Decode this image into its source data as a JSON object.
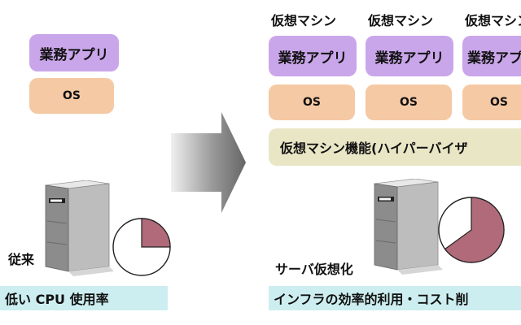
{
  "left": {
    "app_label": "業務アプリ",
    "os_label": "OS",
    "server_label": "従来",
    "caption": "低い CPU 使用率",
    "cpu_usage_fraction": 0.25
  },
  "right": {
    "vms": [
      {
        "title": "仮想マシン",
        "app_label": "業務アプリ",
        "os_label": "OS"
      },
      {
        "title": "仮想マシン",
        "app_label": "業務アプリ",
        "os_label": "OS"
      },
      {
        "title": "仮想マシン",
        "app_label": "業務アプリ",
        "os_label": "OS"
      }
    ],
    "hypervisor_label": "仮想マシン機能(ハイパーバイザ",
    "server_label": "サーバ仮想化",
    "caption": "インフラの効率的利用・コスト削",
    "cpu_usage_fraction": 0.65
  },
  "colors": {
    "app_box": "#c9a6ea",
    "os_box": "#f5c9a4",
    "hypervisor": "#e9e6c6",
    "caption_bg": "#cdeef0",
    "pie_fill": "#b06a7a"
  }
}
